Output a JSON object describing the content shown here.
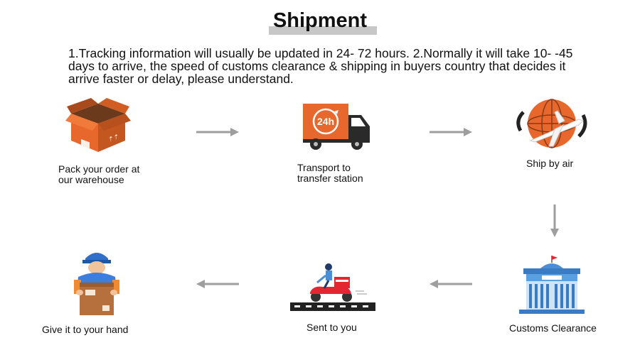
{
  "title": "Shipment",
  "description": "1.Tracking information will usually be updated in 24- 72 hours. 2.Normally it will take 10- -45 days to arrive, the speed of customs clearance & shipping in buyers country that decides it arrive faster or delay, please understand.",
  "steps": [
    {
      "label": "Pack your order at\nour warehouse",
      "icon": "package-box-icon"
    },
    {
      "label": "Transport to\ntransfer station",
      "icon": "delivery-truck-icon"
    },
    {
      "label": "Ship by air",
      "icon": "globe-airplane-icon"
    },
    {
      "label": "Customs Clearance",
      "icon": "customs-building-icon"
    },
    {
      "label": "Sent to you",
      "icon": "courier-scooter-icon"
    },
    {
      "label": "Give it to your hand",
      "icon": "courier-holding-box-icon"
    }
  ],
  "truck_badge": "24h",
  "colors": {
    "accent_orange": "#e8672c",
    "box_brown": "#b5703d",
    "arrow_gray": "#9e9e9e",
    "title_bar_gray": "#c7c7c7",
    "building_blue": "#4a8fd6",
    "scooter_red": "#e3262f"
  }
}
